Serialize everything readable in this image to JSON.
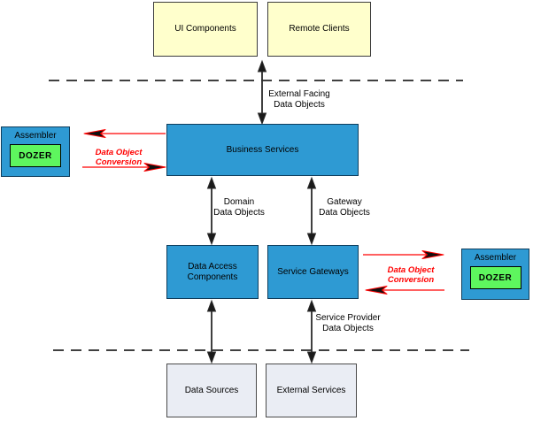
{
  "diagram": {
    "boxes": {
      "ui_components": "UI Components",
      "remote_clients": "Remote Clients",
      "business_services": "Business Services",
      "data_access_components": "Data Access Components",
      "service_gateways": "Service Gateways",
      "data_sources": "Data Sources",
      "external_services": "External Services"
    },
    "assemblers": {
      "left": {
        "title": "Assembler",
        "engine": "DOZER"
      },
      "right": {
        "title": "Assembler",
        "engine": "DOZER"
      }
    },
    "edge_labels": {
      "external_facing": {
        "line1": "External Facing",
        "line2": "Data Objects"
      },
      "domain": {
        "line1": "Domain",
        "line2": "Data Objects"
      },
      "gateway": {
        "line1": "Gateway",
        "line2": "Data Objects"
      },
      "service_provider": {
        "line1": "Service Provider",
        "line2": "Data Objects"
      },
      "conversion_left": "Data Object Conversion",
      "conversion_right": "Data Object Conversion"
    },
    "colors": {
      "box_blue": "#2e9ad3",
      "box_yellow": "#ffffcc",
      "box_gray": "#eaedf4",
      "dozer_green": "#5ef65e",
      "conversion_red": "#ff0000",
      "connector_black": "#2b2b2b",
      "boundary_dash_gray": "#404040"
    }
  }
}
